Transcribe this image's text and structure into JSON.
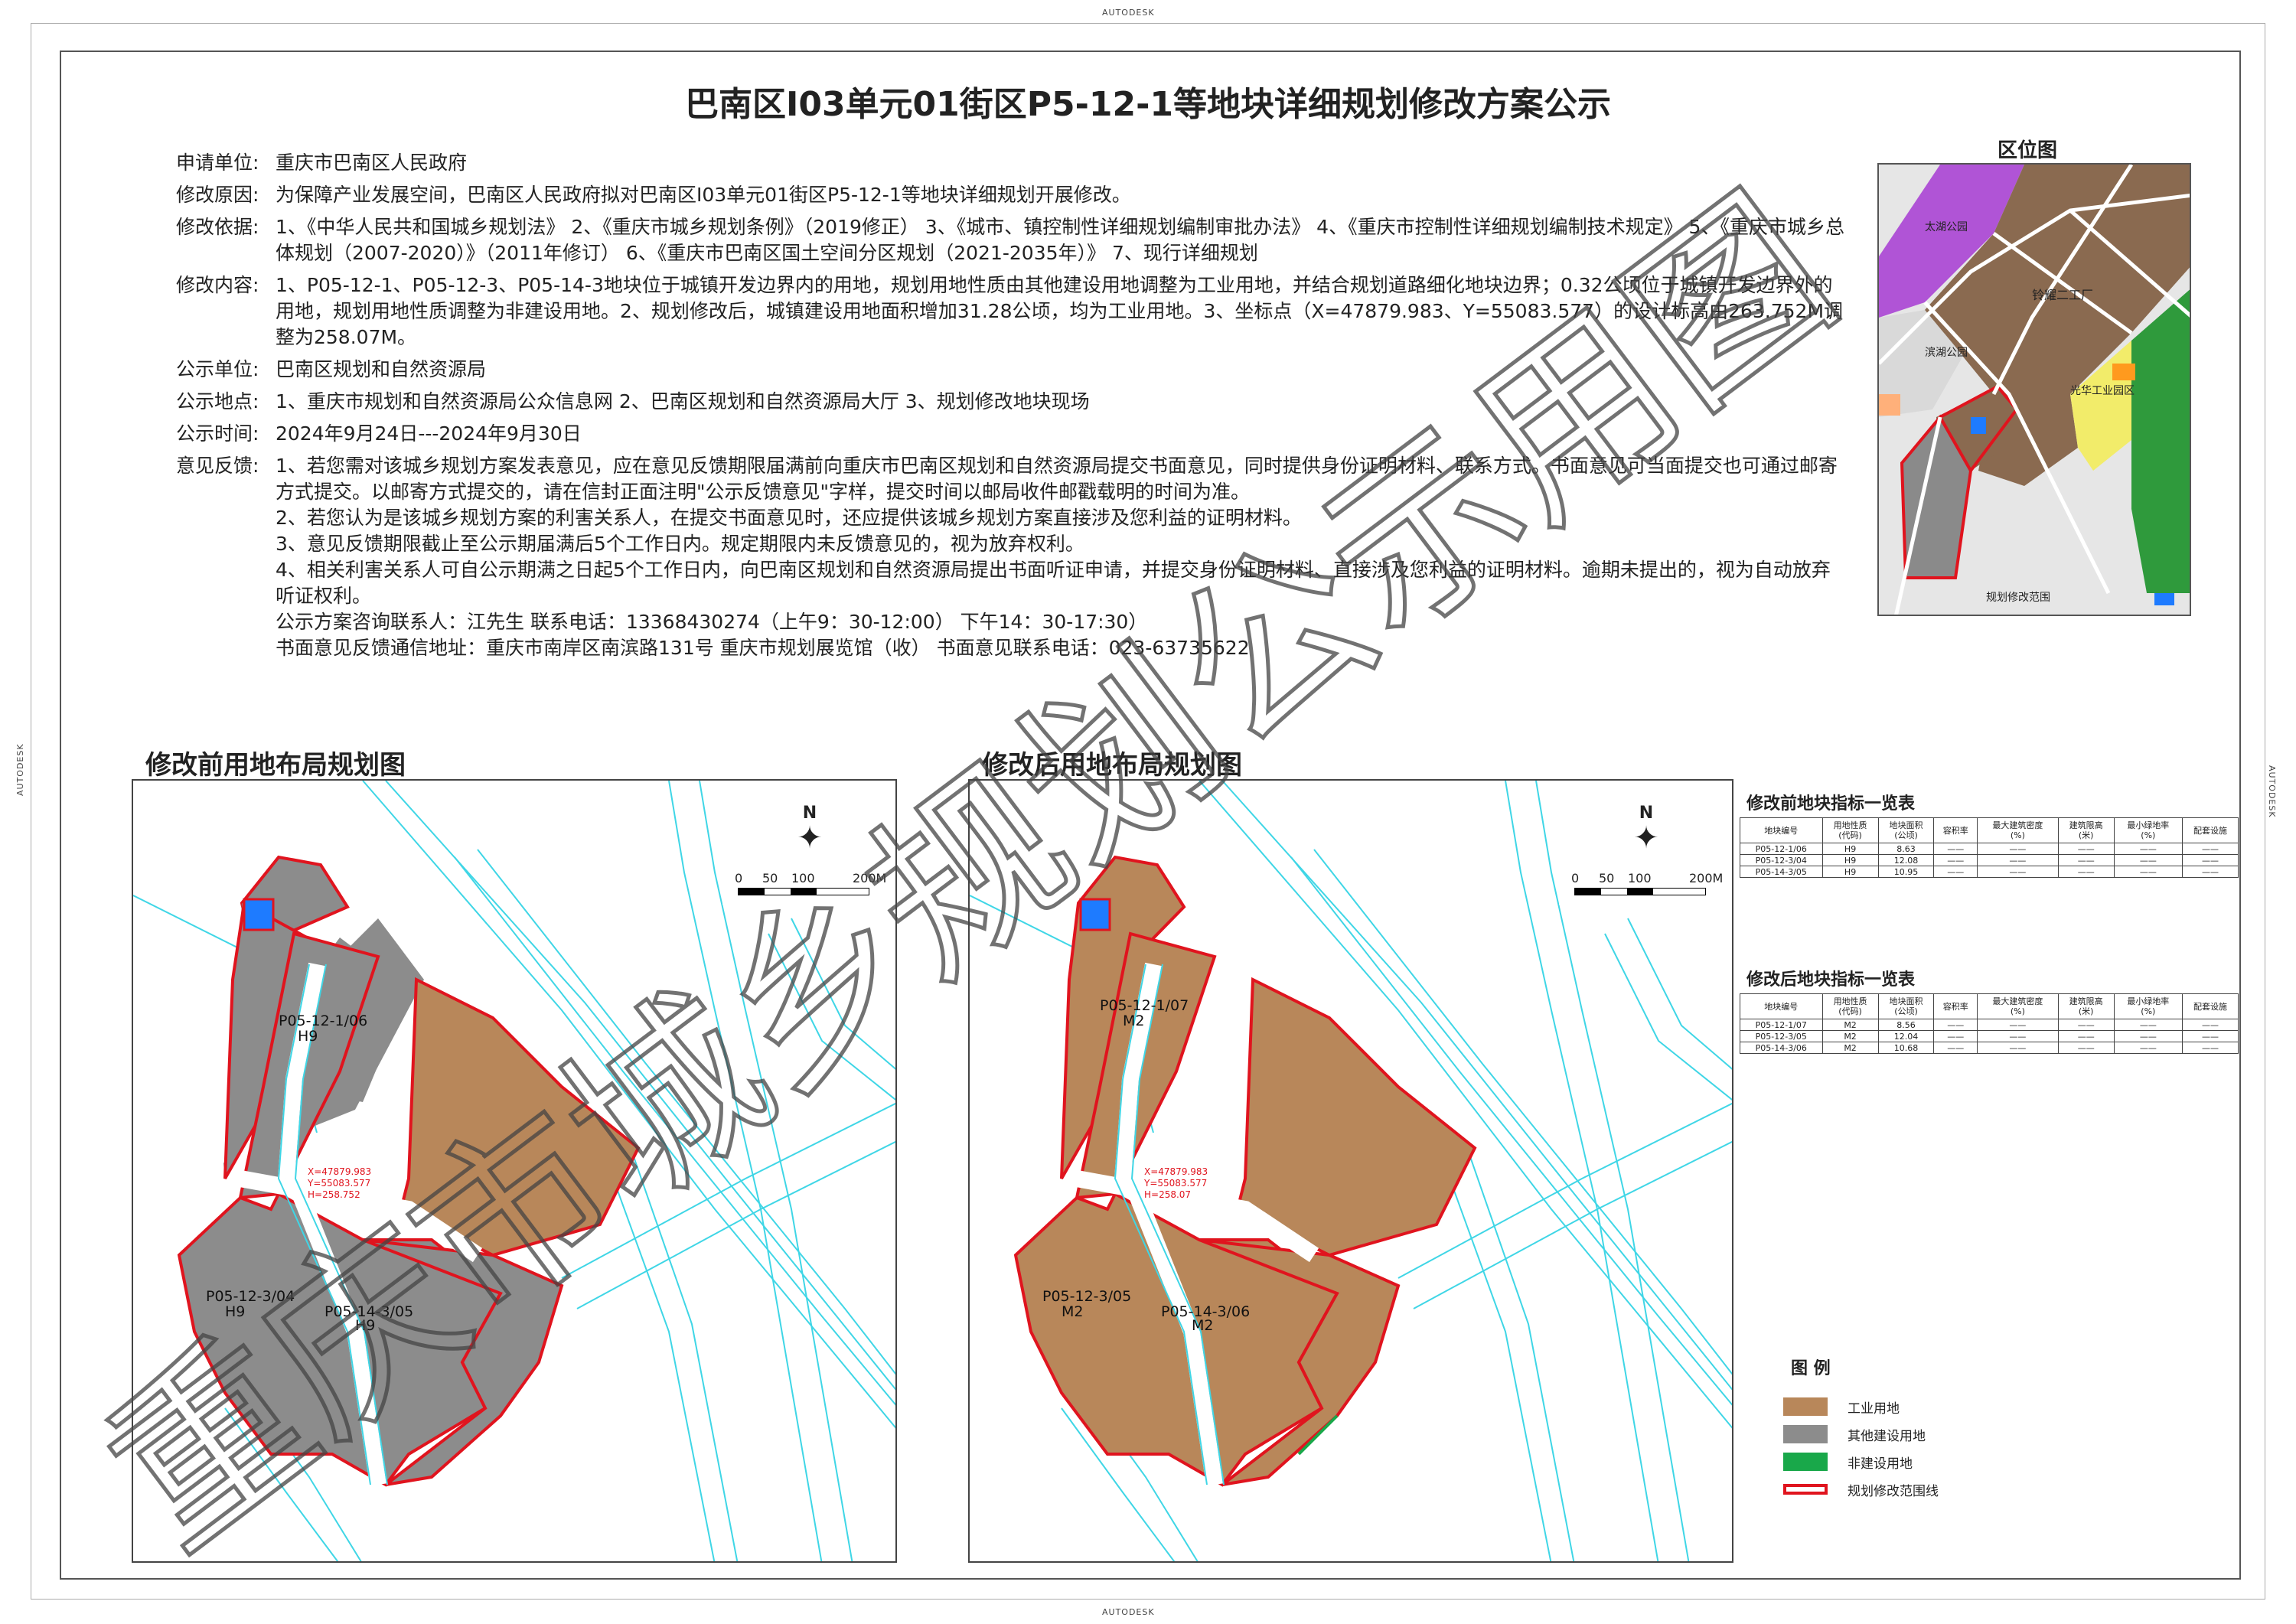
{
  "sheet": {
    "stamp_top": "AUTODESK",
    "stamp_bottom": "AUTODESK",
    "stamp_left": "AUTODESK",
    "stamp_right": "AUTODESK",
    "title": "巴南区I03单元01街区P5-12-1等地块详细规划修改方案公示"
  },
  "info": {
    "applicant_label": "申请单位:",
    "applicant": "重庆市巴南区人民政府",
    "reason_label": "修改原因:",
    "reason": "为保障产业发展空间，巴南区人民政府拟对巴南区I03单元01街区P5-12-1等地块详细规划开展修改。",
    "basis_label": "修改依据:",
    "basis": "1、《中华人民共和国城乡规划法》 2、《重庆市城乡规划条例》（2019修正） 3、《城市、镇控制性详细规划编制审批办法》 4、《重庆市控制性详细规划编制技术规定》 5、《重庆市城乡总体规划（2007-2020）》（2011年修订）  6、《重庆市巴南区国土空间分区规划（2021-2035年）》  7、现行详细规划",
    "content_label": "修改内容:",
    "content": "1、P05-12-1、P05-12-3、P05-14-3地块位于城镇开发边界内的用地，规划用地性质由其他建设用地调整为工业用地，并结合规划道路细化地块边界；0.32公顷位于城镇开发边界外的用地，规划用地性质调整为非建设用地。2、规划修改后，城镇建设用地面积增加31.28公顷，均为工业用地。3、坐标点（X=47879.983、Y=55083.577）的设计标高由263.752M调整为258.07M。",
    "unit_label": "公示单位:",
    "unit": "巴南区规划和自然资源局",
    "place_label": "公示地点:",
    "place": "1、重庆市规划和自然资源局公众信息网  2、巴南区规划和自然资源局大厅  3、规划修改地块现场",
    "time_label": "公示时间:",
    "time": "2024年9月24日---2024年9月30日",
    "feedback_label": "意见反馈:",
    "feedback_1": "1、若您需对该城乡规划方案发表意见，应在意见反馈期限届满前向重庆市巴南区规划和自然资源局提交书面意见，同时提供身份证明材料、联系方式。书面意见可当面提交也可通过邮寄方式提交。以邮寄方式提交的，请在信封正面注明\"公示反馈意见\"字样，提交时间以邮局收件邮戳载明的时间为准。",
    "feedback_2": "2、若您认为是该城乡规划方案的利害关系人，在提交书面意见时，还应提供该城乡规划方案直接涉及您利益的证明材料。",
    "feedback_3": "3、意见反馈期限截止至公示期届满后5个工作日内。规定期限内未反馈意见的，视为放弃权利。",
    "feedback_4": "4、相关利害关系人可自公示期满之日起5个工作日内，向巴南区规划和自然资源局提出书面听证申请，并提交身份证明材料、直接涉及您利益的证明材料。逾期未提出的，视为自动放弃听证权利。",
    "contact": "公示方案咨询联系人：江先生    联系电话：13368430274（上午9：30-12:00）  下午14：30-17:30）",
    "address": "书面意见反馈通信地址：重庆市南岸区南滨路131号 重庆市规划展览馆（收） 书面意见联系电话：023-63735622"
  },
  "location_map": {
    "title": "区位图",
    "label_factory": "铃耀二工厂",
    "label_park1": "太湖公园",
    "label_park2": "滨湖公园",
    "label_school": "光华工业园区",
    "label_range": "规划修改范围"
  },
  "map_before": {
    "title": "修改前用地布局规划图",
    "parcels": [
      {
        "code": "P05-12-1/06",
        "use": "H9"
      },
      {
        "code": "P05-12-3/04",
        "use": "H9"
      },
      {
        "code": "P05-14-3/05",
        "use": "H9"
      }
    ],
    "coord_x": "X=47879.983",
    "coord_y": "Y=55083.577",
    "coord_h": "H=258.752"
  },
  "map_after": {
    "title": "修改后用地布局规划图",
    "parcels": [
      {
        "code": "P05-12-1/07",
        "use": "M2"
      },
      {
        "code": "P05-12-3/05",
        "use": "M2"
      },
      {
        "code": "P05-14-3/06",
        "use": "M2"
      }
    ],
    "coord_x": "X=47879.983",
    "coord_y": "Y=55083.577",
    "coord_h": "H=258.07"
  },
  "north": {
    "n": "N",
    "scale_0": "0",
    "scale_50": "50",
    "scale_100": "100",
    "scale_200": "200M"
  },
  "table_before": {
    "title": "修改前地块指标一览表",
    "headers": [
      "地块编号",
      "用地性质\n(代码)",
      "地块面积\n(公顷)",
      "容积率",
      "最大建筑密度\n(%)",
      "建筑限高\n(米)",
      "最小绿地率\n(%)",
      "配套设施"
    ],
    "rows": [
      [
        "P05-12-1/06",
        "H9",
        "8.63",
        "——",
        "——",
        "——",
        "——",
        "——"
      ],
      [
        "P05-12-3/04",
        "H9",
        "12.08",
        "——",
        "——",
        "——",
        "——",
        "——"
      ],
      [
        "P05-14-3/05",
        "H9",
        "10.95",
        "——",
        "——",
        "——",
        "——",
        "——"
      ]
    ]
  },
  "table_after": {
    "title": "修改后地块指标一览表",
    "headers": [
      "地块编号",
      "用地性质\n(代码)",
      "地块面积\n(公顷)",
      "容积率",
      "最大建筑密度\n(%)",
      "建筑限高\n(米)",
      "最小绿地率\n(%)",
      "配套设施"
    ],
    "rows": [
      [
        "P05-12-1/07",
        "M2",
        "8.56",
        "——",
        "——",
        "——",
        "——",
        "——"
      ],
      [
        "P05-12-3/05",
        "M2",
        "12.04",
        "——",
        "——",
        "——",
        "——",
        "——"
      ],
      [
        "P05-14-3/06",
        "M2",
        "10.68",
        "——",
        "——",
        "——",
        "——",
        "——"
      ]
    ]
  },
  "legend": {
    "title": "图  例",
    "items": [
      {
        "label": "工业用地",
        "color": "#b8875a"
      },
      {
        "label": "其他建设用地",
        "color": "#8c8c8c"
      },
      {
        "label": "非建设用地",
        "color": "#19a84a"
      },
      {
        "label": "规划修改范围线",
        "color": "#e0141e"
      }
    ]
  },
  "watermark": "重庆市城乡规划公示用图",
  "colors": {
    "industrial": "#b8875a",
    "other": "#8c8c8c",
    "green": "#19a84a",
    "boundary": "#e0141e",
    "road": "#3fd6e6",
    "blue": "#1e7bff"
  }
}
